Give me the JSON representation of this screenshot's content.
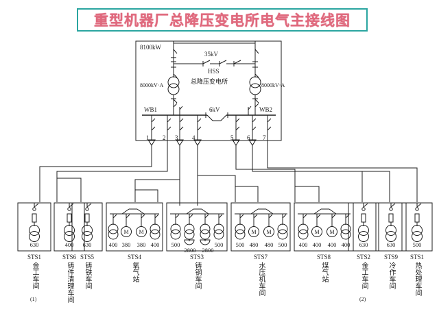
{
  "title": "重型机器厂总降压变电所电气主接线图",
  "theme": {
    "title_color": "#e0697d",
    "title_border": "#2aa5a0",
    "line_color": "#1c1c1c",
    "background": "#ffffff"
  },
  "substation": {
    "incoming_power": "8100kW",
    "hv_voltage": "35kV",
    "abbr": "HSS",
    "name_cn": "总降压变电所",
    "transformer_left": "8000kV·A",
    "transformer_right": "8000kV·A",
    "lv_voltage": "6kV",
    "busbar_left": "WB1",
    "busbar_right": "WB2",
    "feeder_numbers": [
      "1",
      "2",
      "3",
      "4",
      "5",
      "6",
      "7"
    ]
  },
  "stations": [
    {
      "id": "STS1",
      "name_cn": "金工车间",
      "suffix": "(1)",
      "units": [
        {
          "rating": "630",
          "type": "transformer"
        }
      ]
    },
    {
      "id": "STS6",
      "name_cn": "铸件清理车间",
      "suffix": "",
      "units": [
        {
          "rating": "400",
          "type": "transformer"
        }
      ]
    },
    {
      "id": "STS5",
      "name_cn": "铸铁车间",
      "suffix": "",
      "units": [
        {
          "rating": "630",
          "type": "transformer"
        }
      ]
    },
    {
      "id": "STS4",
      "name_cn": "氧气站",
      "suffix": "",
      "units": [
        {
          "rating": "400",
          "type": "transformer"
        },
        {
          "rating": "380",
          "type": "motor"
        },
        {
          "rating": "380",
          "type": "motor"
        },
        {
          "rating": "400",
          "type": "transformer"
        }
      ]
    },
    {
      "id": "STS3",
      "name_cn": "铸钢车间",
      "suffix": "",
      "units": [
        {
          "rating": "500",
          "type": "transformer"
        },
        {
          "rating": "2800",
          "type": "furnace"
        },
        {
          "rating": "2800",
          "type": "furnace"
        },
        {
          "rating": "500",
          "type": "transformer"
        }
      ]
    },
    {
      "id": "STS7",
      "name_cn": "水压机车间",
      "suffix": "",
      "units": [
        {
          "rating": "500",
          "type": "transformer"
        },
        {
          "rating": "480",
          "type": "motor"
        },
        {
          "rating": "480",
          "type": "motor"
        },
        {
          "rating": "500",
          "type": "transformer"
        }
      ]
    },
    {
      "id": "STS8",
      "name_cn": "煤气站",
      "suffix": "",
      "units": [
        {
          "rating": "400",
          "type": "transformer"
        },
        {
          "rating": "400",
          "type": "motor"
        },
        {
          "rating": "400",
          "type": "motor"
        },
        {
          "rating": "400",
          "type": "transformer"
        }
      ]
    },
    {
      "id": "STS2",
      "name_cn": "金工车间",
      "suffix": "(2)",
      "units": [
        {
          "rating": "630",
          "type": "transformer"
        }
      ]
    },
    {
      "id": "STS9",
      "name_cn": "冷作车间",
      "suffix": "",
      "units": [
        {
          "rating": "630",
          "type": "transformer"
        }
      ]
    },
    {
      "id": "STS1b",
      "id_label": "STS1",
      "name_cn": "热处理车间",
      "suffix": "",
      "units": [
        {
          "rating": "500",
          "type": "transformer"
        }
      ]
    }
  ]
}
